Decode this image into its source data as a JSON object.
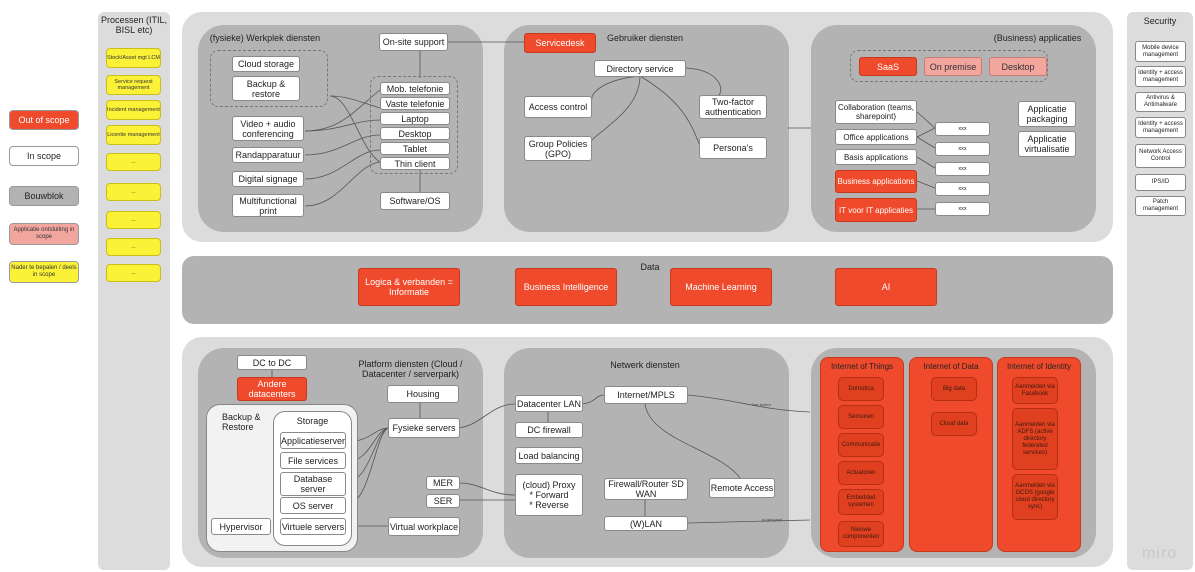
{
  "legend": {
    "out_of_scope": "Out of scope",
    "in_scope": "In scope",
    "bouwblok": "Bouwblok",
    "app_ontsluiting": "Applicatie ontsluiting in scope",
    "nader": "Nader te bepalen / deels in scope"
  },
  "processen": {
    "title": "Processen (ITIL, BISL etc)",
    "items": [
      "Stock/Asset mgt LCM",
      "Service request management",
      "Incident management",
      "Licentie management",
      "...",
      "...",
      "...",
      "...",
      "..."
    ]
  },
  "security": {
    "title": "Security",
    "items": [
      "Mobile device management",
      "Identity + access management",
      "Antivirus & Antimalware",
      "Identity + access management",
      "Network Access Control",
      "IPS/ID",
      "Patch management"
    ]
  },
  "werkplek": {
    "title": "(fysieke) Werkplek diensten",
    "left_items": [
      "Cloud storage",
      "Backup & restore",
      "Video + audio conferencing",
      "Randapparatuur",
      "Digital signage",
      "Multifunctional print"
    ],
    "devices": [
      "Mob. telefonie",
      "Vaste telefonie",
      "Laptop",
      "Desktop",
      "Tablet",
      "Thin client"
    ],
    "onsite": "On-site support",
    "software": "Software/OS"
  },
  "gebruiker": {
    "title": "Gebruiker diensten",
    "servicedesk": "Servicedesk",
    "directory": "Directory service",
    "access_control": "Access control",
    "two_factor": "Two-factor authentication",
    "group_policies": "Group Policies (GPO)",
    "personas": "Persona's"
  },
  "applicaties": {
    "title": "(Business) applicaties",
    "saas": "SaaS",
    "on_premise": "On premise",
    "desktop": "Desktop",
    "apps": [
      "Collaboration (teams, sharepoint)",
      "Office applications",
      "Basis applications",
      "Business applications",
      "IT voor IT applicaties"
    ],
    "xxx": [
      "xxx",
      "xxx",
      "xxx",
      "xxx",
      "xxx"
    ],
    "packaging": "Applicatie packaging",
    "virtualisatie": "Applicatie virtualisatie"
  },
  "data": {
    "title": "Data",
    "items": [
      "Logica & verbanden = Informatie",
      "Business Intelligence",
      "Machine Learning",
      "AI"
    ]
  },
  "platform": {
    "title": "Platform diensten (Cloud / Datacenter / serverpark)",
    "dc_to_dc": "DC to DC",
    "andere": "Andere datacenters",
    "backup": "Backup & Restore",
    "storage": "Storage",
    "storage_items": [
      "Applicatieserver",
      "File services",
      "Database server",
      "OS server",
      "Virtuele servers"
    ],
    "hypervisor": "Hypervisor",
    "housing": "Housing",
    "fysieke": "Fysieke servers",
    "virtual_workplace": "Virtual workplace"
  },
  "netwerk": {
    "title": "Netwerk diensten",
    "datacenter_lan": "Datacenter LAN",
    "dc_firewall": "DC firewall",
    "load_balancing": "Load balancing",
    "internet_mpls": "Internet/MPLS",
    "mer": "MER",
    "ser": "SER",
    "proxy": "(cloud) Proxy\n* Forward\n* Reverse",
    "firewall_router": "Firewall/Router SD WAN",
    "wlan": "(W)LAN",
    "remote_access": "Remote Access",
    "label_van_buiten": "Van buiten",
    "label_in_het_pand": "In het pand"
  },
  "internet": {
    "things": {
      "title": "Internet of Things",
      "items": [
        "Domotica",
        "Sensoren",
        "Communicatie",
        "Actuatoren",
        "Embedded systemen",
        "Nieuwe componenten"
      ]
    },
    "data": {
      "title": "Internet of Data",
      "items": [
        "Big data",
        "Cloud data"
      ]
    },
    "identity": {
      "title": "Internet of Identity",
      "items": [
        "Aanmelden via Facebook",
        "Aanmelden via ADFS (active directory federated services)",
        "Aanmelden via GCDS (google cloud directory sync)"
      ]
    }
  },
  "watermark": "miro",
  "colors": {
    "red": "#ef4a2c",
    "yellow": "#fbf238",
    "pink": "#f2a69e",
    "panel": "#dcdcdc",
    "inner": "#b3b3b3"
  }
}
